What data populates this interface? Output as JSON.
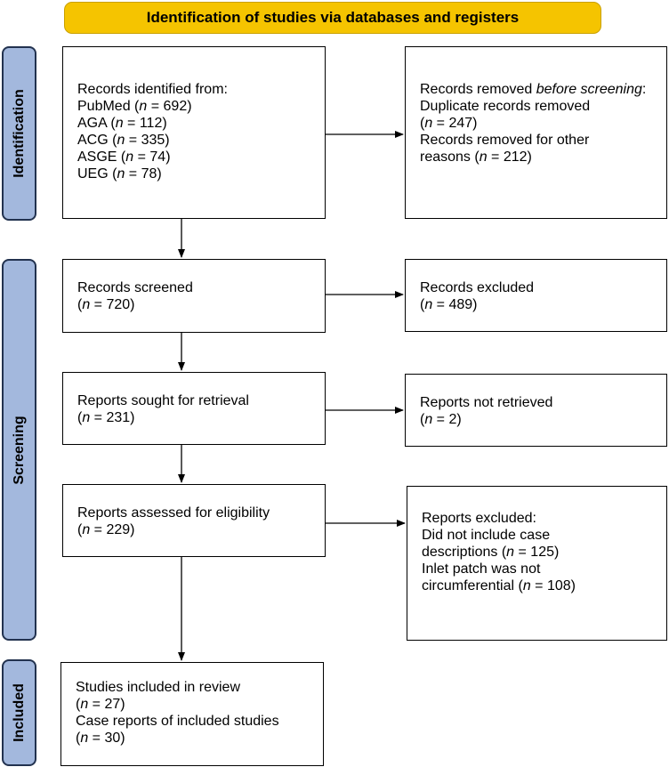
{
  "banner": {
    "title": "Identification of studies via databases and registers"
  },
  "phases": {
    "identification": "Identification",
    "screening": "Screening",
    "included": "Included"
  },
  "identified": {
    "heading": "Records identified from:",
    "sources": [
      {
        "name": "PubMed",
        "count": "692"
      },
      {
        "name": "AGA",
        "count": "112"
      },
      {
        "name": "ACG",
        "count": "335"
      },
      {
        "name": "ASGE",
        "count": "74"
      },
      {
        "name": "UEG",
        "count": "78"
      }
    ]
  },
  "removed": {
    "heading": "Records removed ",
    "heading_em": "before screening",
    "heading_tail": ":",
    "duplicates_label": "Duplicate records removed",
    "duplicates_count": "247",
    "other_label": "Records removed for other",
    "other_label_2": "reasons (",
    "other_count": "212"
  },
  "screened": {
    "label": "Records screened",
    "count": "720"
  },
  "excluded": {
    "label": "Records excluded",
    "count": "489"
  },
  "sought": {
    "label": "Reports sought for retrieval",
    "count": "231"
  },
  "not_retrieved": {
    "label": "Reports not retrieved",
    "count": "2"
  },
  "assessed": {
    "label": "Reports assessed for eligibility",
    "count": "229"
  },
  "reports_excluded": {
    "heading": "Reports excluded:",
    "reason1_a": "Did not include case",
    "reason1_b": "descriptions (",
    "reason1_count": "125",
    "reason2_a": "Inlet patch was not",
    "reason2_b": "circumferential (",
    "reason2_count": "108"
  },
  "included": {
    "studies_label": "Studies included in review",
    "studies_count": "27",
    "cases_label": "Case reports of included studies",
    "cases_count": "30"
  },
  "n_symbol": "n",
  "equals": " = "
}
